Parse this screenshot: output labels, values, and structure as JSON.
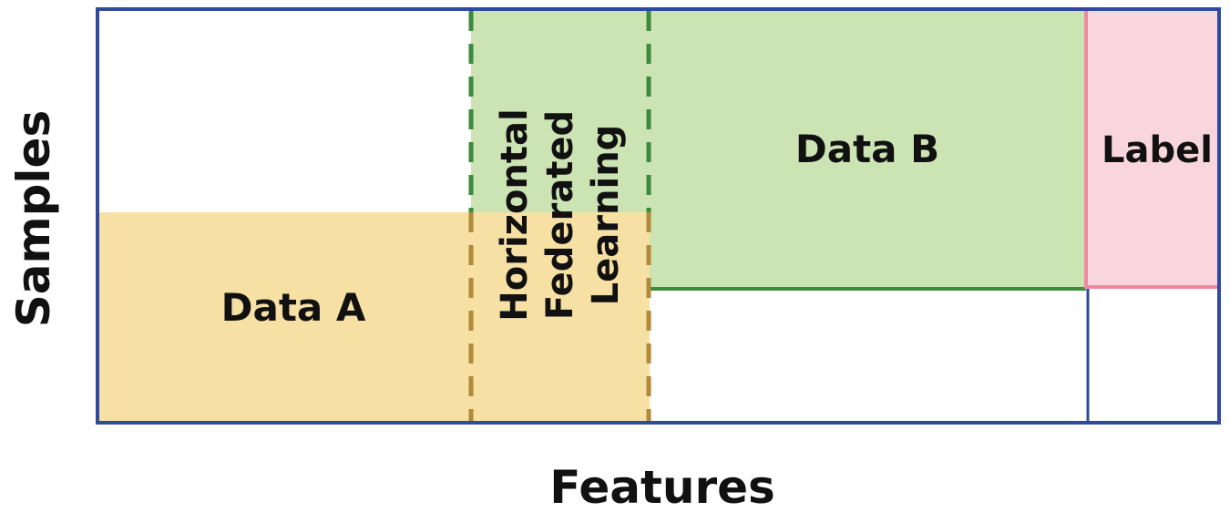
{
  "axes": {
    "y_label": "Samples",
    "x_label": "Features"
  },
  "regions": {
    "data_a": "Data A",
    "data_b": "Data B",
    "label": "Label",
    "overlap": [
      "Horizontal",
      "Federated",
      "Learning"
    ]
  },
  "colors": {
    "frame": "#2f4a9e",
    "data_a_fill": "#f7e0a4",
    "data_b_fill": "#cce4b4",
    "label_fill": "#f9d6dd",
    "green_dash": "#3c8a3c",
    "gold_dash": "#b08a3a",
    "pink_edge": "#ec8aa0"
  }
}
